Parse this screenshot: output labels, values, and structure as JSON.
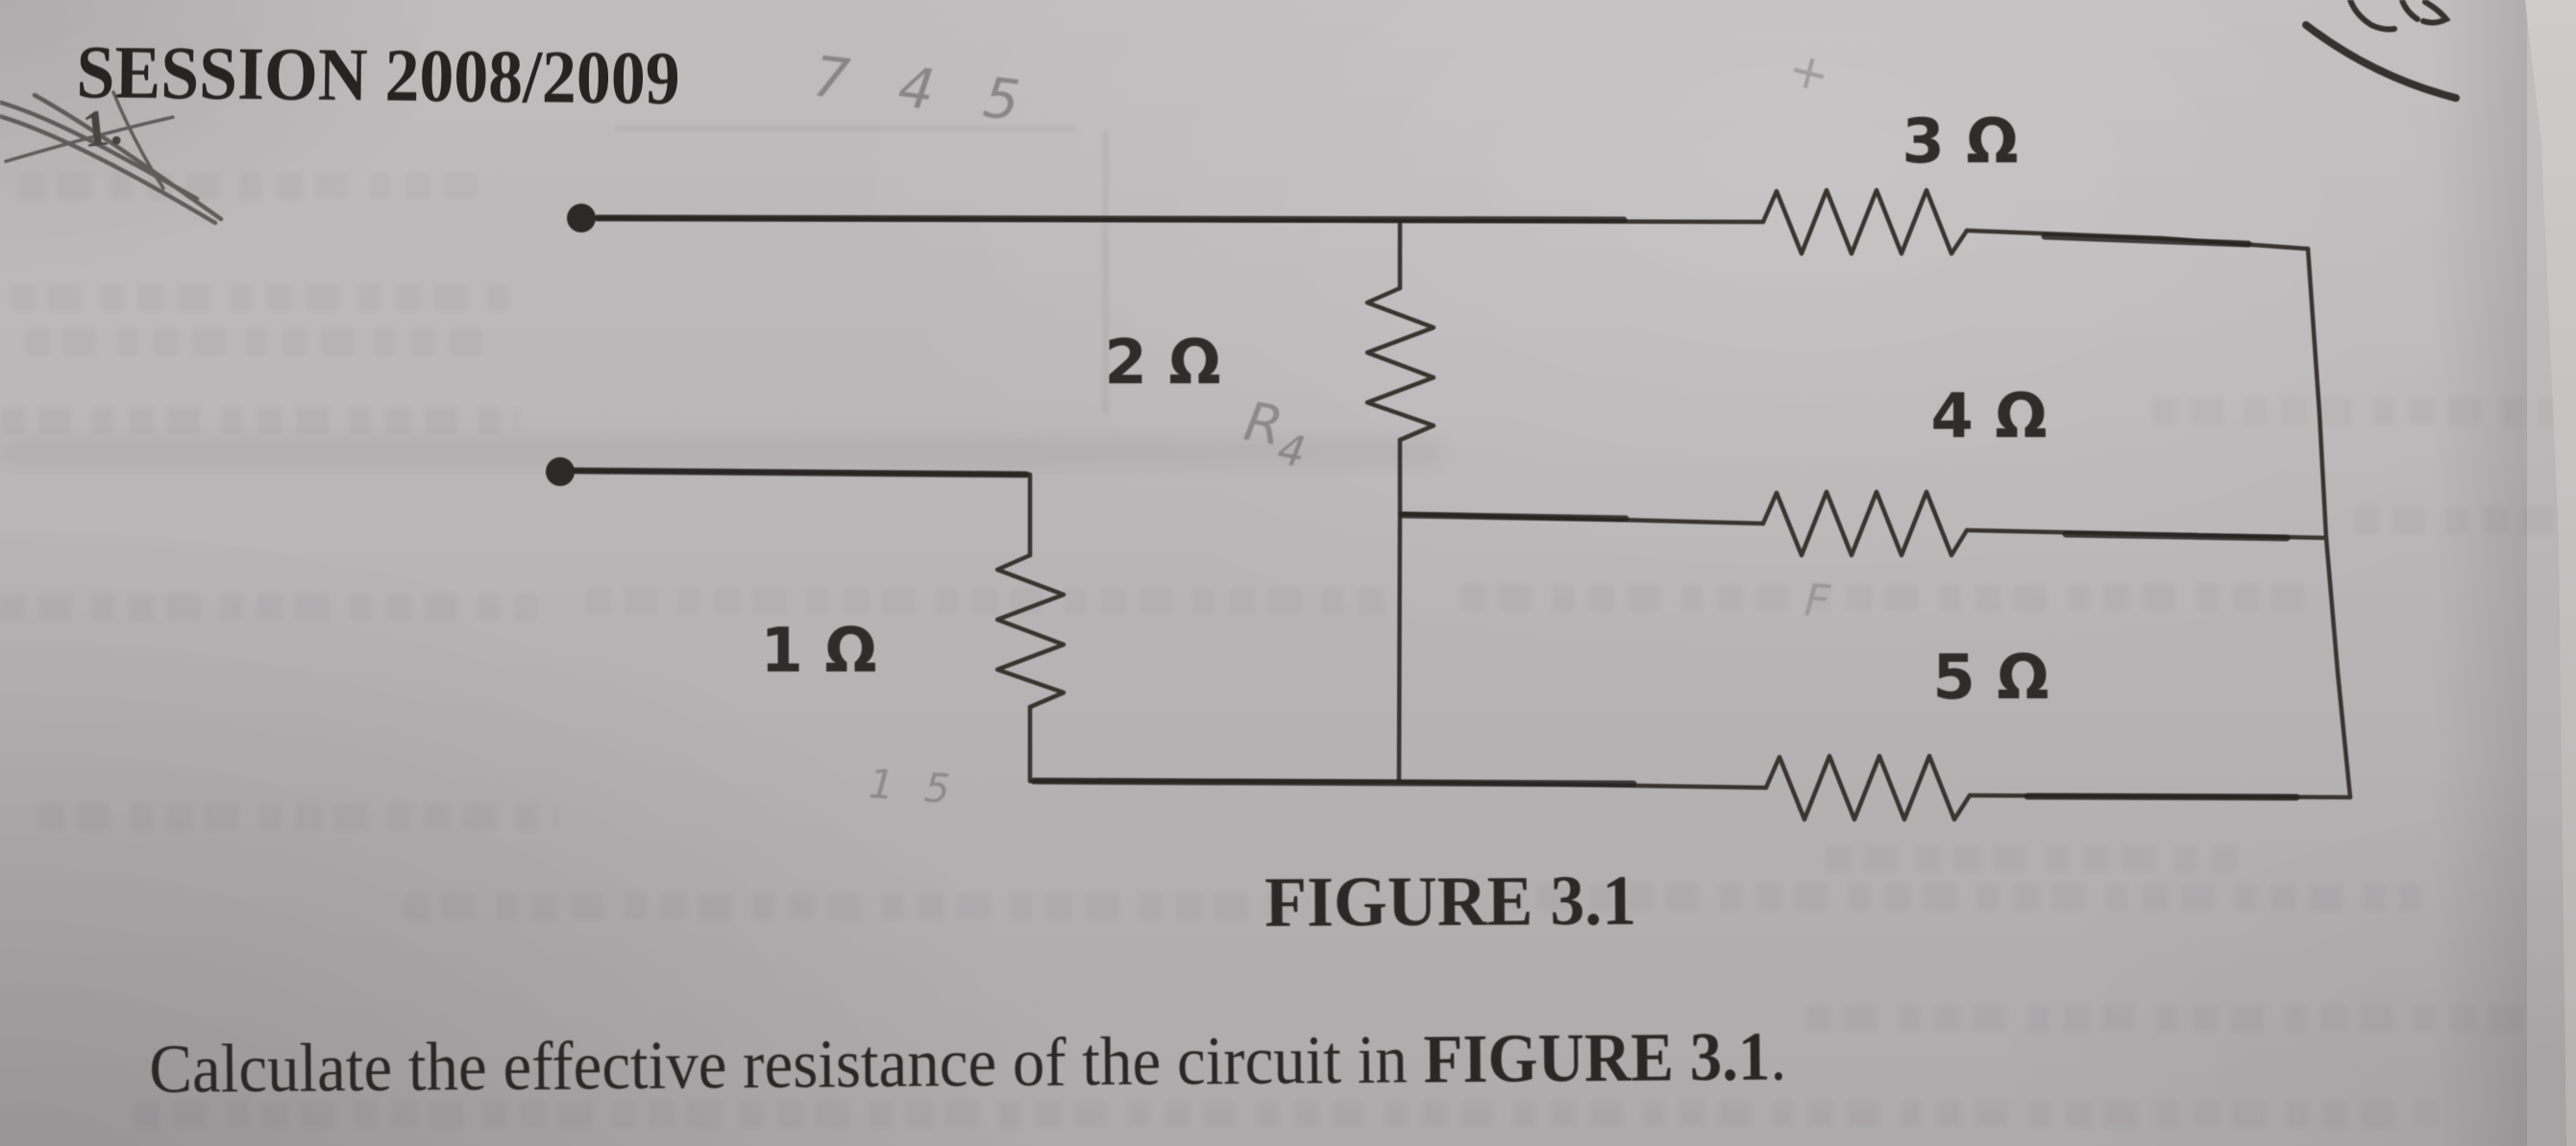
{
  "header": {
    "session_title": "SESSION 2008/2009",
    "question_number": "1."
  },
  "figure": {
    "caption": "FIGURE 3.1",
    "kind": "resistor network with two input terminals",
    "resistors": [
      {
        "id": "r3",
        "value": "3 Ω",
        "orientation": "horizontal",
        "position": "top-right branch"
      },
      {
        "id": "r2",
        "value": "2 Ω",
        "orientation": "vertical",
        "position": "center branch"
      },
      {
        "id": "r4",
        "value": "4 Ω",
        "orientation": "horizontal",
        "position": "middle-right branch"
      },
      {
        "id": "r1",
        "value": "1 Ω",
        "orientation": "vertical",
        "position": "lower-left branch"
      },
      {
        "id": "r5",
        "value": "5 Ω",
        "orientation": "horizontal",
        "position": "bottom-right branch"
      }
    ]
  },
  "question": {
    "prefix": "Calculate the effective resistance of the circuit in ",
    "bold": "FIGURE 3.1",
    "suffix": "."
  },
  "annotations": {
    "pencil_top_marks": "7 4 5",
    "pencil_node_label": "R",
    "pencil_node_label_sub": "4",
    "pencil_bottom_marks": "1 5",
    "pencil_side_mark": "F",
    "pencil_top_cross": "+"
  },
  "colors": {
    "paper": "#b7b4b5",
    "ink": "#2e2b29",
    "pencil": "#6e6a6b",
    "page_edge": "#cbc8c8"
  }
}
